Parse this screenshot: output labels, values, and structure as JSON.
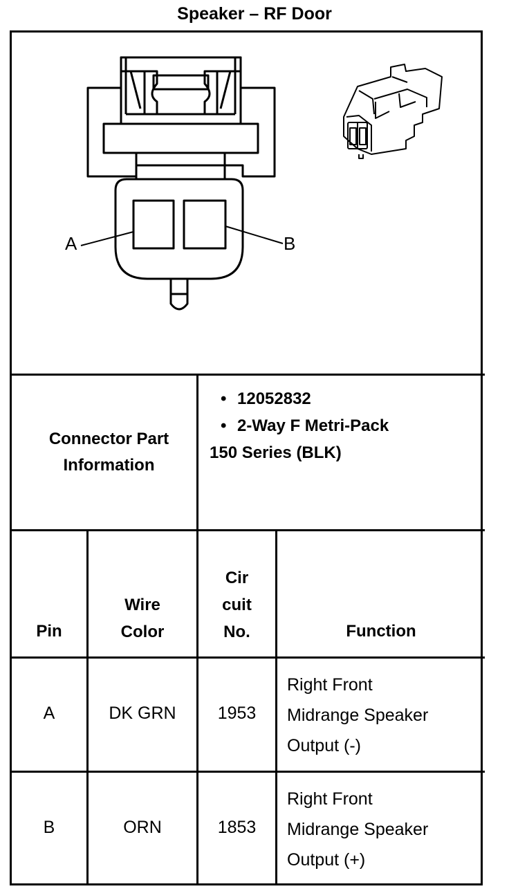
{
  "title": "Speaker – RF Door",
  "connector": {
    "pin_labels": [
      "A",
      "B"
    ],
    "part_info_label": [
      "Connector Part",
      "Information"
    ],
    "part_info": {
      "bullets": [
        "12052832",
        "2-Way F Metri-Pack"
      ],
      "continuation": "150 Series (BLK)"
    }
  },
  "table": {
    "headers": {
      "pin": "Pin",
      "wire_color": [
        "Wire",
        "Color"
      ],
      "circuit": [
        "Cir",
        "cuit",
        "No."
      ],
      "function": "Function"
    },
    "rows": [
      {
        "pin": "A",
        "wire_color": "DK GRN",
        "circuit": "1953",
        "function": [
          "Right Front",
          "Midrange Speaker",
          "Output (-)"
        ]
      },
      {
        "pin": "B",
        "wire_color": "ORN",
        "circuit": "1853",
        "function": [
          "Right Front",
          "Midrange Speaker",
          "Output (+)"
        ]
      }
    ]
  }
}
